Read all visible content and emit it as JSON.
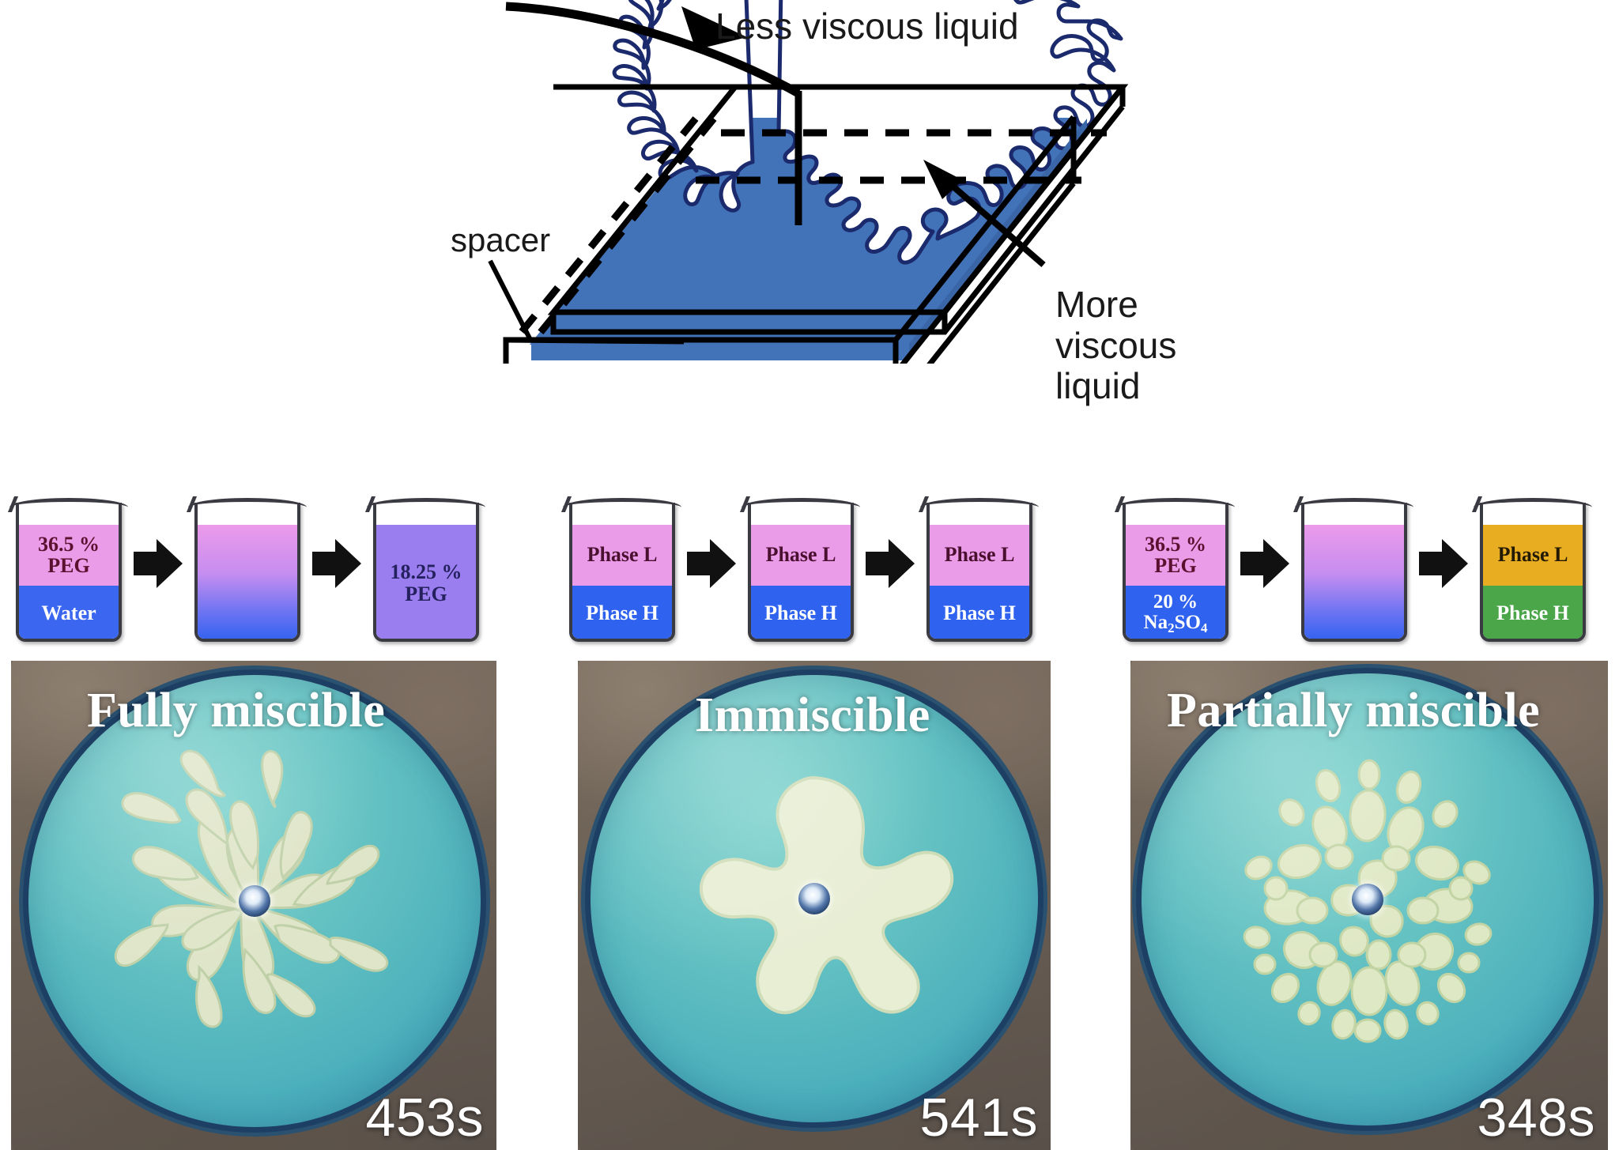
{
  "schematic": {
    "labels": {
      "less_viscous": "Less viscous liquid",
      "spacer": "spacer",
      "more_viscous": "More\nviscous\nliquid"
    },
    "colors": {
      "fluid_blue": "#4272b8",
      "outline": "#1a2a6c",
      "frame": "#000000"
    }
  },
  "beaker_groups": [
    {
      "id": "fully-miscible",
      "beakers": [
        {
          "top_label": "36.5 %\nPEG",
          "bottom_label": "Water",
          "top_color": "#eb9ce8",
          "bottom_color": "#3b66f0",
          "top_text_color": "#5c1030",
          "bottom_text_color": "#ffffff",
          "layered": true
        },
        {
          "top_label": "",
          "bottom_label": "",
          "gradient_from": "#ec9bea",
          "gradient_to": "#3061f0",
          "layered": false,
          "gradient": true
        },
        {
          "full_label": "18.25 %\nPEG",
          "full_color": "#9a7ef0",
          "full_text_color": "#25215e",
          "layered": false
        }
      ]
    },
    {
      "id": "immiscible",
      "beakers": [
        {
          "top_label": "Phase L",
          "bottom_label": "Phase H",
          "top_color": "#eb9ce8",
          "bottom_color": "#2f63ef",
          "top_text_color": "#4a1030",
          "bottom_text_color": "#ffffff",
          "layered": true
        },
        {
          "top_label": "Phase L",
          "bottom_label": "Phase H",
          "top_color": "#eb9ce8",
          "bottom_color": "#2f63ef",
          "top_text_color": "#4a1030",
          "bottom_text_color": "#ffffff",
          "layered": true
        },
        {
          "top_label": "Phase L",
          "bottom_label": "Phase H",
          "top_color": "#eb9ce8",
          "bottom_color": "#2f63ef",
          "top_text_color": "#4a1030",
          "bottom_text_color": "#ffffff",
          "layered": true
        }
      ]
    },
    {
      "id": "partially-miscible",
      "beakers": [
        {
          "top_label": "36.5 %\nPEG",
          "bottom_label": "20 %\nNa2SO4",
          "bottom_label_html": "20 %<br>Na<span class=\"sub\">2</span>SO<span class=\"sub\">4</span>",
          "top_color": "#eb9ce8",
          "bottom_color": "#2f63ef",
          "top_text_color": "#5c1030",
          "bottom_text_color": "#ffffff",
          "layered": true
        },
        {
          "top_label": "",
          "bottom_label": "",
          "gradient_from": "#ec9bea",
          "gradient_to": "#3061f0",
          "layered": false,
          "gradient": true
        },
        {
          "top_label": "Phase L",
          "bottom_label": "Phase H",
          "top_color": "#e8ad20",
          "bottom_color": "#4aa649",
          "top_text_color": "#231a04",
          "bottom_text_color": "#ffffff",
          "layered": true
        }
      ]
    }
  ],
  "photo_panels": [
    {
      "id": "fully-miscible-photo",
      "title": "Fully miscible",
      "timestamp": "453s",
      "pattern": "dendritic-fingers",
      "dish_color": "#5fc0c0",
      "finger_color": "#dfe5c8",
      "rim_color": "#1d3f63"
    },
    {
      "id": "immiscible-photo",
      "title": "Immiscible",
      "timestamp": "541s",
      "pattern": "blunt-lobes",
      "dish_color": "#5fc0c0",
      "finger_color": "#e8eed4",
      "rim_color": "#1d3f63"
    },
    {
      "id": "partially-miscible-photo",
      "title": "Partially miscible",
      "timestamp": "348s",
      "pattern": "droplet-fragments",
      "dish_color": "#5fc0c0",
      "finger_color": "#dfe8c5",
      "rim_color": "#1d3f63"
    }
  ]
}
